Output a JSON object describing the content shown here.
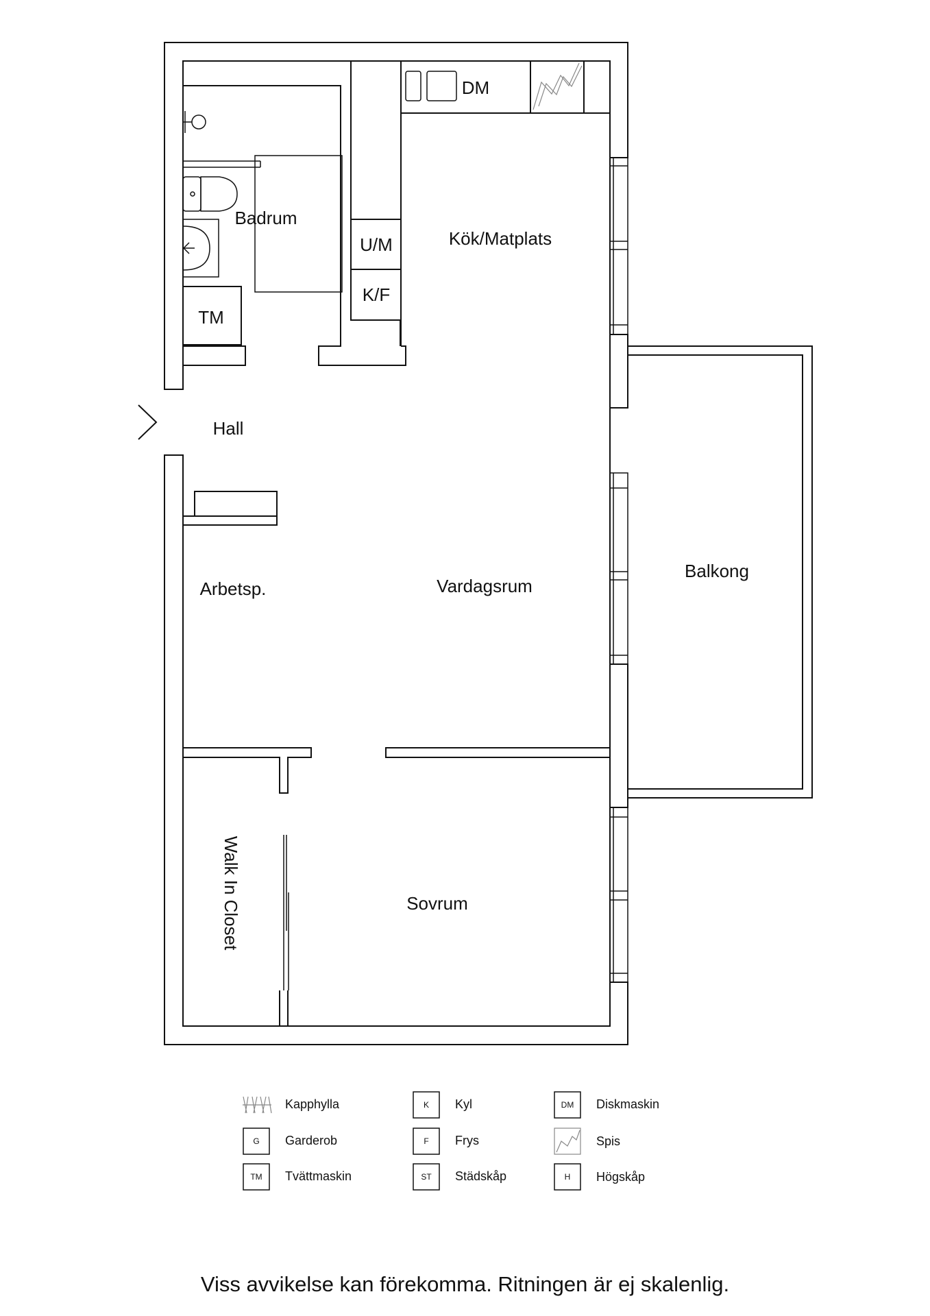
{
  "rooms": {
    "badrum": "Badrum",
    "kok": "Kök/Matplats",
    "hall": "Hall",
    "arbetsp": "Arbetsp.",
    "vardagsrum": "Vardagsrum",
    "balkong": "Balkong",
    "walkin": "Walk In Closet",
    "sovrum": "Sovrum"
  },
  "fixtures": {
    "dm": "DM",
    "um": "U/M",
    "kf": "K/F",
    "tm": "TM"
  },
  "legend": [
    {
      "symbol": "",
      "icon": "coat-rack-icon",
      "label": "Kapphylla"
    },
    {
      "symbol": "G",
      "icon": "",
      "label": "Garderob"
    },
    {
      "symbol": "TM",
      "icon": "",
      "label": "Tvättmaskin"
    },
    {
      "symbol": "K",
      "icon": "",
      "label": "Kyl"
    },
    {
      "symbol": "F",
      "icon": "",
      "label": "Frys"
    },
    {
      "symbol": "ST",
      "icon": "",
      "label": "Städskåp"
    },
    {
      "symbol": "DM",
      "icon": "",
      "label": "Diskmaskin"
    },
    {
      "symbol": "",
      "icon": "stove-icon",
      "label": "Spis"
    },
    {
      "symbol": "H",
      "icon": "",
      "label": "Högskåp"
    }
  ],
  "footer_note": "Viss avvikelse kan förekomma. Ritningen är ej skalenlig."
}
